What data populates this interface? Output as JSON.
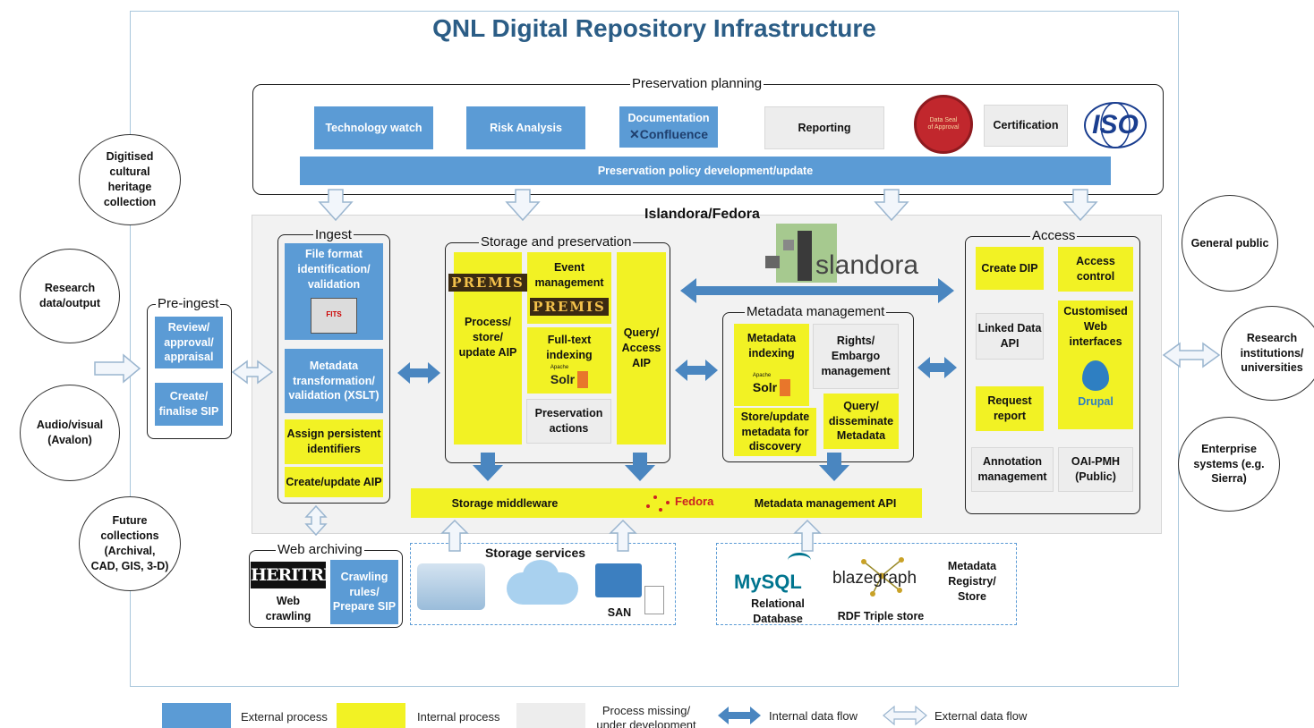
{
  "title": "QNL Digital Repository Infrastructure",
  "preservation_planning": {
    "label": "Preservation planning",
    "technology_watch": "Technology watch",
    "risk_analysis": "Risk Analysis",
    "documentation": "Documentation",
    "confluence": "Confluence",
    "reporting": "Reporting",
    "seal_line1": "Data Seal",
    "seal_line2": "of Approval",
    "certification": "Certification",
    "iso": "ISO",
    "policy": "Preservation policy development/update"
  },
  "islandora_fedora": "Islandora/Fedora",
  "islandora_logo": "slandora",
  "sources": {
    "digitised": "Digitised cultural heritage collection",
    "research": "Research data/output",
    "audio_visual": "Audio/visual (Avalon)",
    "future": "Future collections (Archival, CAD, GIS, 3-D)"
  },
  "pre_ingest": {
    "label": "Pre-ingest",
    "review": "Review/ approval/ appraisal",
    "create_sip": "Create/ finalise SIP"
  },
  "ingest": {
    "label": "Ingest",
    "file_format": "File format identification/ validation",
    "fits": "FITS",
    "metadata_transformation": "Metadata transformation/ validation (XSLT)",
    "assign_identifiers": "Assign persistent identifiers",
    "create_aip": "Create/update AIP"
  },
  "storage_preservation": {
    "label": "Storage and preservation",
    "premis": "PREMIS",
    "process_store": "Process/ store/ update AIP",
    "event_management": "Event management",
    "full_text": "Full-text indexing",
    "solr_small": "Apache",
    "solr": "Solr",
    "preservation_actions": "Preservation actions",
    "query_access": "Query/ Access AIP"
  },
  "metadata_management": {
    "label": "Metadata management",
    "indexing": "Metadata indexing",
    "rights": "Rights/ Embargo management",
    "store_update": "Store/update metadata for discovery",
    "query": "Query/ disseminate Metadata"
  },
  "access": {
    "label": "Access",
    "create_dip": "Create DIP",
    "access_control": "Access control",
    "linked_data": "Linked Data API",
    "customised_web": "Customised Web interfaces",
    "drupal": "Drupal",
    "request_report": "Request report",
    "annotation": "Annotation management",
    "oai_pmh": "OAI-PMH (Public)"
  },
  "middleware": {
    "storage_middleware": "Storage middleware",
    "fedora": "Fedora",
    "metadata_api": "Metadata management API"
  },
  "web_archiving": {
    "label": "Web archiving",
    "heritrix": "HERITRIX",
    "web_crawling": "Web crawling",
    "crawling_rules": "Crawling rules/ Prepare SIP"
  },
  "storage_services": {
    "label": "Storage services",
    "san": "SAN"
  },
  "metadata_store": {
    "mysql": "MySQL",
    "relational": "Relational Database",
    "blazegraph": "blazegraph",
    "rdf": "RDF Triple store",
    "registry": "Metadata Registry/ Store"
  },
  "audiences": {
    "general_public": "General public",
    "research_institutions": "Research institutions/ universities",
    "enterprise": "Enterprise systems (e.g. Sierra)"
  },
  "legend": {
    "external": "External process",
    "internal": "Internal process",
    "missing": "Process missing/ under development",
    "internal_flow": "Internal data flow",
    "external_flow": "External data flow"
  },
  "colors": {
    "external": "#5b9bd5",
    "internal": "#f2f224",
    "missing": "#ededed",
    "title": "#2b5d86",
    "flow": "#4a86c0"
  }
}
